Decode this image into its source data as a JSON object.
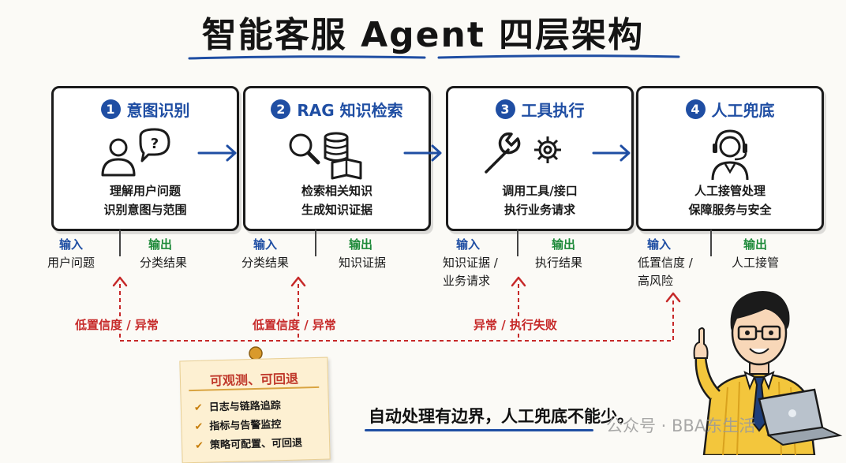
{
  "title": "智能客服 Agent 四层架构",
  "layers": [
    {
      "num": "1",
      "title": "意图识别",
      "icon": "user-question-icon",
      "desc": [
        "理解用户问题",
        "识别意图与范围"
      ],
      "input_label": "输入",
      "input_value": [
        "用户问题"
      ],
      "output_label": "输出",
      "output_value": "分类结果"
    },
    {
      "num": "2",
      "title": "RAG 知识检索",
      "icon": "search-database-book-icon",
      "desc": [
        "检索相关知识",
        "生成知识证据"
      ],
      "input_label": "输入",
      "input_value": [
        "分类结果"
      ],
      "output_label": "输出",
      "output_value": "知识证据"
    },
    {
      "num": "3",
      "title": "工具执行",
      "icon": "wrench-gear-icon",
      "desc": [
        "调用工具/接口",
        "执行业务请求"
      ],
      "input_label": "输入",
      "input_value": [
        "知识证据 /",
        "业务请求"
      ],
      "output_label": "输出",
      "output_value": "执行结果"
    },
    {
      "num": "4",
      "title": "人工兜底",
      "icon": "headset-agent-icon",
      "desc": [
        "人工接管处理",
        "保障服务与安全"
      ],
      "input_label": "输入",
      "input_value": [
        "低置信度 /",
        "高风险"
      ],
      "output_label": "输出",
      "output_value": "人工接管"
    }
  ],
  "fallback_labels": [
    "低置信度 / 异常",
    "低置信度 / 异常",
    "异常 / 执行失败"
  ],
  "note": {
    "title": "可观测、可回退",
    "items": [
      "日志与链路追踪",
      "指标与告警监控",
      "策略可配置、可回退"
    ]
  },
  "footer": "自动处理有边界，人工兜底不能少。",
  "watermark": "公众号 · BBA东生活",
  "colors": {
    "primary_blue": "#1f4ea3",
    "output_green": "#1e8a3a",
    "fallback_red": "#c62828",
    "note_bg": "#fdf0d2"
  }
}
